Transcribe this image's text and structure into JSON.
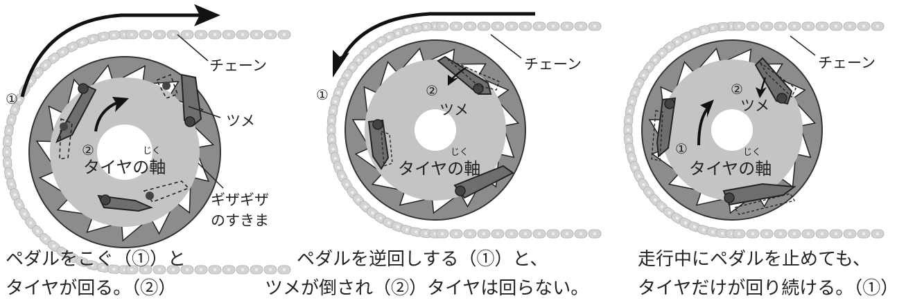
{
  "colors": {
    "outer_ring": "#8c8c8c",
    "inner_disk": "#c4c4c4",
    "pawl": "#6e6e6e",
    "pivot": "#444444",
    "chain": "#d4d4d4",
    "chain_edge": "#b8b8b8",
    "arrow": "#111111"
  },
  "labels": {
    "circled_1": "①",
    "circled_2": "②",
    "chain": "チェーン",
    "pawl": "ツメ",
    "axle": "タイヤの軸",
    "axle_ruby": "じく",
    "gap_line1": "ギザギザ",
    "gap_line2": "のすきま"
  },
  "captions": {
    "panel1_line1": "ペダルをこぐ（①）と",
    "panel1_line2": "タイヤが回る。（②）",
    "panel2_line1": "ペダルを逆回しする（①）と、",
    "panel2_line2": "ツメが倒され（②）タイヤは回らない。",
    "panel3_line1": "走行中にペダルを止めても、",
    "panel3_line2": "タイヤだけが回り続ける。（①）"
  }
}
